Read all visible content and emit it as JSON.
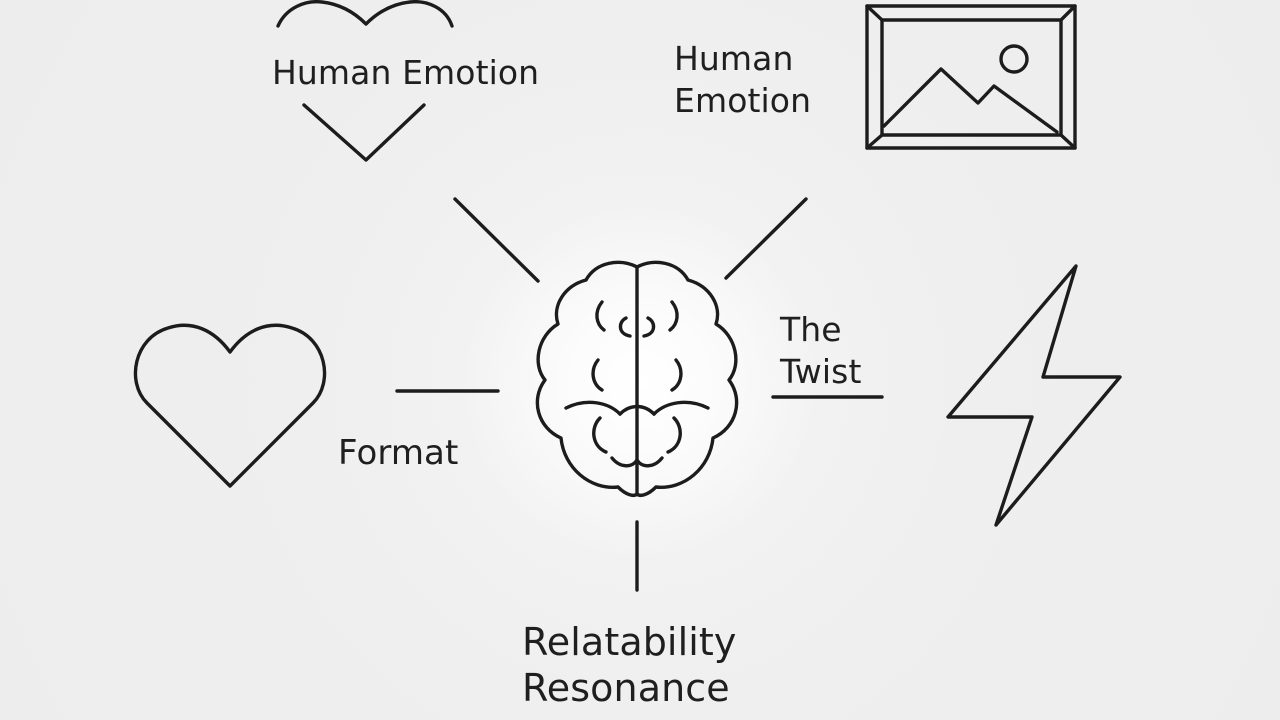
{
  "diagram": {
    "labels": {
      "top_left": "Human Emotion",
      "top_right": [
        "Human",
        "Emotion"
      ],
      "right": [
        "The",
        "Twist"
      ],
      "left": "Format",
      "bottom": [
        "Relatability",
        "Resonance"
      ]
    },
    "icons": {
      "center": "brain-icon",
      "top_left": "heart-icon",
      "top_right": "picture-frame-icon",
      "left": "heart-icon",
      "right": "lightning-bolt-icon"
    },
    "colors": {
      "background": "#efefef",
      "stroke": "#1c1c1c",
      "glow": "#ffffff"
    }
  }
}
